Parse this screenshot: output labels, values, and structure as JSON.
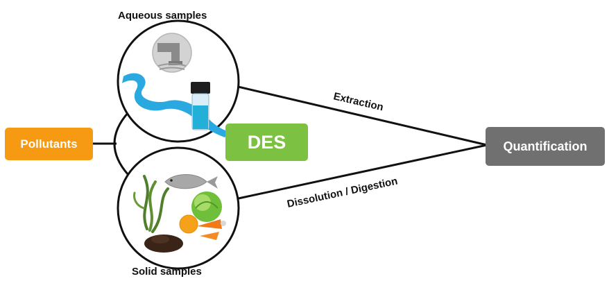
{
  "labels": {
    "aqueous": "Aqueous samples",
    "solid": "Solid samples",
    "pollutants": "Pollutants",
    "des": "DES",
    "quantification": "Quantification",
    "extraction": "Extraction",
    "dissolution": "Dissolution / Digestion"
  },
  "colors": {
    "pollutants": "#f59a12",
    "des": "#7dc142",
    "quantification": "#707070",
    "water": "#29a9e0",
    "connector": "#111111"
  },
  "icons": {
    "aqueous": [
      "factory-pipe-icon",
      "river-icon",
      "sample-vial-icon"
    ],
    "solid": [
      "seaweed-icon",
      "fish-icon",
      "cabbage-icon",
      "orange-icon",
      "carrot-icon",
      "soil-icon"
    ]
  }
}
